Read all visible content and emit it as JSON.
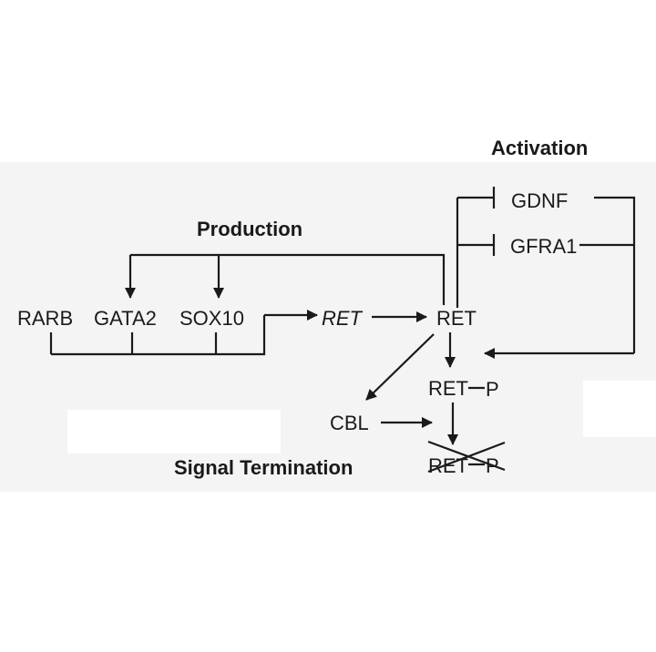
{
  "headings": {
    "production": "Production",
    "activation": "Activation",
    "termination": "Signal Termination"
  },
  "nodes": {
    "rarb": "RARB",
    "gata2": "GATA2",
    "sox10": "SOX10",
    "ret_gene": "RET",
    "ret_protein": "RET",
    "gdnf": "GDNF",
    "gfra1": "GFRA1",
    "ret_p_ret": "RET",
    "ret_p_p": "P",
    "cbl": "CBL",
    "degraded_ret": "RET",
    "degraded_p": "P"
  },
  "colors": {
    "background_band": "#f4f4f4",
    "ink": "#1a1a1a"
  }
}
